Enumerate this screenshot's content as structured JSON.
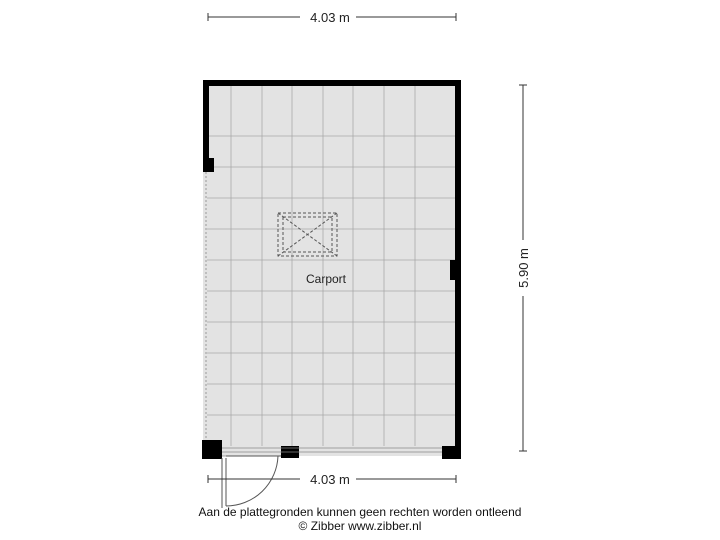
{
  "dimensions": {
    "top_width": "4.03 m",
    "bottom_width": "4.03 m",
    "right_height": "5.90 m"
  },
  "room": {
    "name": "Carport"
  },
  "footer": {
    "disclaimer": "Aan de plattegronden kunnen geen rechten worden ontleend",
    "copyright": "© Zibber www.zibber.nl"
  },
  "colors": {
    "floor": "#e3e3e3",
    "wall": "#000000",
    "grid": "#a9a9a9"
  }
}
